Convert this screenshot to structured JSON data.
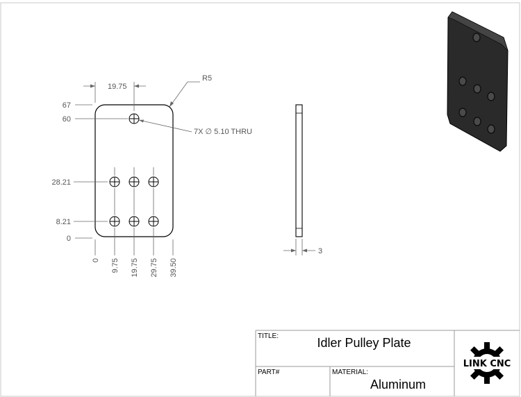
{
  "front_view": {
    "width_dim": "19.75",
    "corner_radius": "R5",
    "hole_callout": "7X ∅ 5.10 THRU",
    "y_ordinates": [
      "67",
      "60",
      "28.21",
      "8.21",
      "0"
    ],
    "x_ordinates": [
      "0",
      "9.75",
      "19.75",
      "29.75",
      "39.50"
    ]
  },
  "side_view": {
    "thickness_dim": "3"
  },
  "title_block": {
    "title_label": "TITLE:",
    "title_value": "Idler Pulley Plate",
    "part_label": "PART#",
    "part_value": "",
    "material_label": "MATERIAL:",
    "material_value": "Aluminum",
    "logo_text": "LINK CNC"
  },
  "colors": {
    "line": "#000000",
    "dimension": "#555555",
    "plate_3d": "#1a1a1a"
  },
  "icons": [
    "gear-logo-icon"
  ]
}
